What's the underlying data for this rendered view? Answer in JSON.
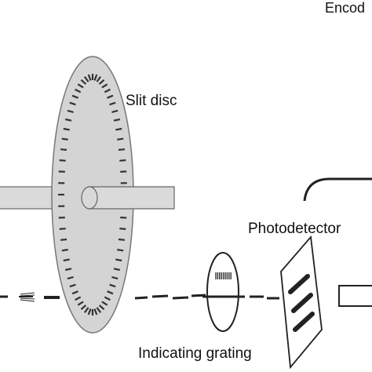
{
  "labels": {
    "encoder": "Encod",
    "slit_disc": "Slit disc",
    "photodetector": "Photodetector",
    "indicating_grating": "Indicating grating"
  },
  "colors": {
    "disc_fill": "#d4d4d4",
    "shaft_fill": "#dadada",
    "stroke": "#555555",
    "dark": "#222222",
    "background": "#ffffff"
  }
}
